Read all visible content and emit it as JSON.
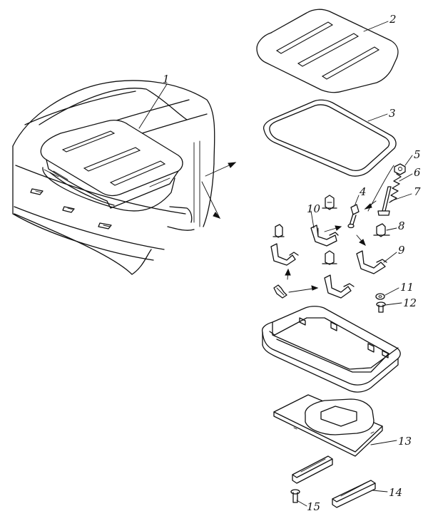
{
  "diagram": {
    "style": "exploded-view line drawing",
    "callouts": [
      {
        "id": "c1",
        "text": "1"
      },
      {
        "id": "c2",
        "text": "2"
      },
      {
        "id": "c3",
        "text": "3"
      },
      {
        "id": "c4",
        "text": "4"
      },
      {
        "id": "c5",
        "text": "5"
      },
      {
        "id": "c6",
        "text": "6"
      },
      {
        "id": "c7",
        "text": "7"
      },
      {
        "id": "c8",
        "text": "8"
      },
      {
        "id": "c9",
        "text": "9"
      },
      {
        "id": "c10",
        "text": "10"
      },
      {
        "id": "c11",
        "text": "11"
      },
      {
        "id": "c12",
        "text": "12"
      },
      {
        "id": "c13",
        "text": "13"
      },
      {
        "id": "c14",
        "text": "14"
      },
      {
        "id": "c15",
        "text": "15"
      }
    ]
  }
}
